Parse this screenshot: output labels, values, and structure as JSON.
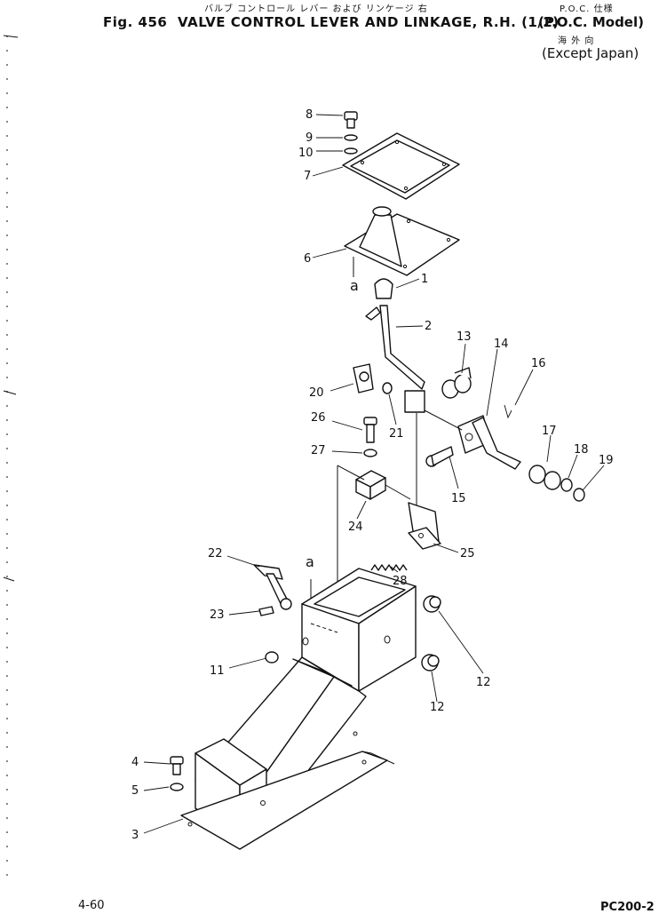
{
  "header": {
    "japanese_title": "バルブ コントロール レバー および リンケージ 右",
    "figure_number": "Fig. 456",
    "title": "VALVE CONTROL LEVER AND LINKAGE, R.H. (1/2)",
    "spec_japanese": "P.O.C. 仕様",
    "spec": "(P.O.C. Model)",
    "destination_japanese": "海 外 向",
    "destination": "(Except Japan)"
  },
  "callouts": {
    "c1": "1",
    "c2": "2",
    "c3": "3",
    "c4": "4",
    "c5": "5",
    "c6": "6",
    "c7": "7",
    "c8": "8",
    "c9": "9",
    "c10": "10",
    "c11": "11",
    "c12a": "12",
    "c12b": "12",
    "c13": "13",
    "c14": "14",
    "c15": "15",
    "c16": "16",
    "c17": "17",
    "c18": "18",
    "c19": "19",
    "c20": "20",
    "c21": "21",
    "c22": "22",
    "c23": "23",
    "c24": "24",
    "c25": "25",
    "c26": "26",
    "c27": "27",
    "c28": "28",
    "ref_a_top": "a",
    "ref_a_bottom": "a"
  },
  "footer": {
    "page": "4-60",
    "model": "PC200-2"
  }
}
